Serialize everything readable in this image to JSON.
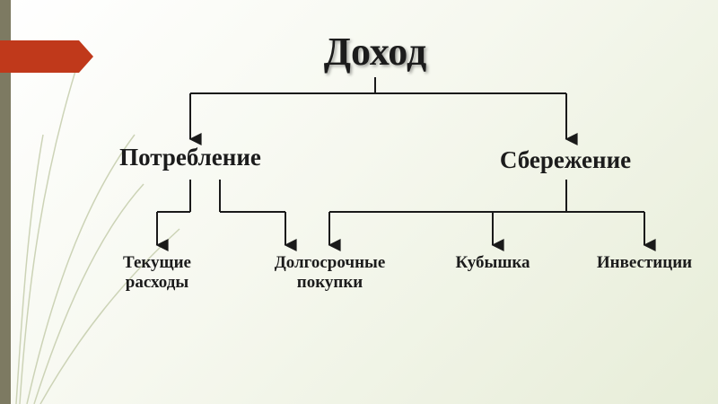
{
  "diagram": {
    "root": "Доход",
    "branches": [
      {
        "label": "Потребление",
        "children": [
          "Текущие расходы",
          "Долгосрочные покупки"
        ]
      },
      {
        "label": "Сбережение",
        "children": [
          "Долгосрочные покупки",
          "Кубышка",
          "Инвестиции"
        ]
      }
    ],
    "leaves": {
      "current_expenses": [
        "Текущие",
        "расходы"
      ],
      "long_term_purchases": [
        "Долгосрочные",
        "покупки"
      ],
      "piggy_bank": "Кубышка",
      "investments": "Инвестиции"
    }
  },
  "colors": {
    "accent": "#c0391b",
    "sidebar": "#7d7a62",
    "line": "#1a1a1a",
    "text": "#1c1c1c"
  },
  "icons": [
    "arrow-tip-decoration",
    "swoosh-decoration"
  ]
}
